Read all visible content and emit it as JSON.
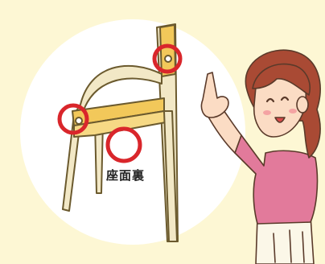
{
  "illustration": {
    "caption": "座面裏",
    "highlight_color": "#d9262b",
    "wood_color": "#f2c85a",
    "chair_line_color": "#6b5a2e",
    "skin_color": "#fbdcc4",
    "hair_color": "#a94a34",
    "shirt_color": "#e27a9b",
    "pants_color": "#fbf7e8",
    "icons": [
      "chair-illustration",
      "woman-pointing-illustration",
      "screw-icon"
    ]
  }
}
